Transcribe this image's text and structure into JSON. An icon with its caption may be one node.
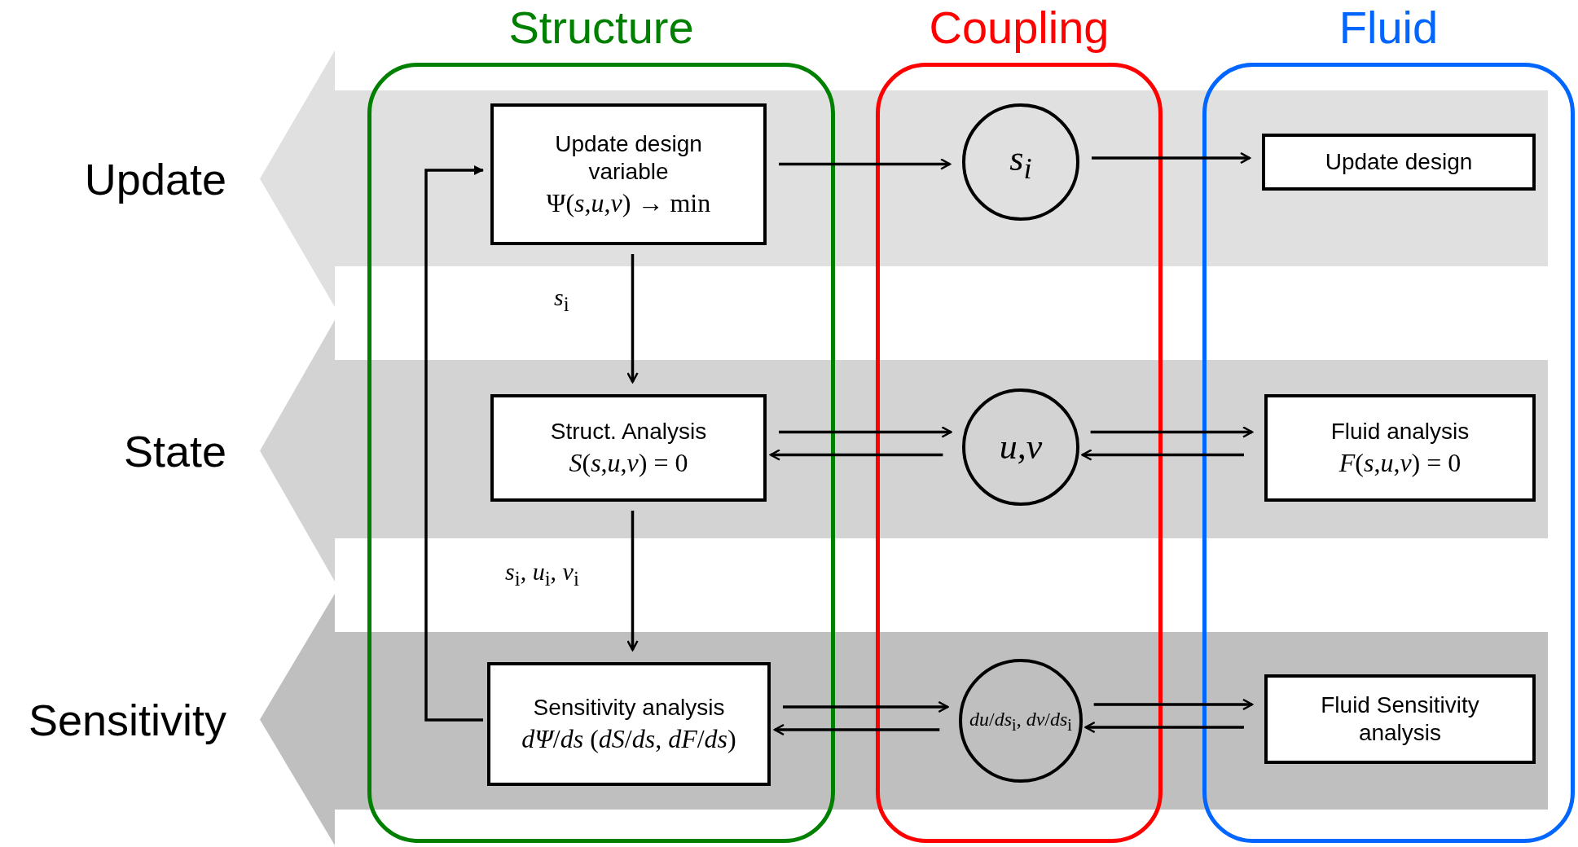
{
  "diagram": {
    "nodes": [
      {
        "text": [
          "Structure"
        ]
      },
      {
        "text": [
          "Coupling"
        ]
      },
      {
        "text": [
          "Fluid"
        ]
      },
      {
        "text": [
          "Update design variable",
          "Ψ(*s*,*u*,*v*) → min"
        ],
        "in": 0
      },
      {
        "text": [
          "*s*$_{i}$"
        ],
        "in": 1
      },
      {
        "text": [
          "Update design"
        ],
        "in": 2
      },
      {
        "text": [
          "Struct. Analysis",
          "*S*(*s*,*u*,*v*) = 0"
        ],
        "in": 0
      },
      {
        "text": [
          "*u*,*v*"
        ],
        "in": 1
      },
      {
        "text": [
          "Fluid analysis",
          "*F*(*s*,*u*,*v*) = 0"
        ],
        "in": 2
      },
      {
        "text": [
          "Sensitivity analysis",
          "*dΨ*/*ds* (*dS*/*ds*, *dF*/*ds*)"
        ],
        "in": 0
      },
      {
        "text": [
          "*du*/*ds*$_{i}$, *dv*/*ds*$_{i}$"
        ],
        "in": 1
      },
      {
        "text": [
          "Fluid Sensitivity analysis"
        ],
        "in": 2
      }
    ],
    "edges": [
      {
        "from": 3,
        "to": 4,
        "arrow": "to"
      },
      {
        "from": 4,
        "to": 5,
        "arrow": "to"
      },
      {
        "from": 3,
        "to": 6,
        "arrow": "to",
        "label": "*s*$_{i}$"
      },
      {
        "from": 6,
        "to": 7,
        "arrow": "to"
      },
      {
        "from": 7,
        "to": 6,
        "arrow": "to"
      },
      {
        "from": 7,
        "to": 8,
        "arrow": "to"
      },
      {
        "from": 8,
        "to": 7,
        "arrow": "to"
      },
      {
        "from": 6,
        "to": 9,
        "arrow": "to",
        "label": "*s*$_{i}$, *u*$_{i}$, *v*$_{i}$"
      },
      {
        "from": 9,
        "to": 10,
        "arrow": "to"
      },
      {
        "from": 10,
        "to": 9,
        "arrow": "to"
      },
      {
        "from": 10,
        "to": 11,
        "arrow": "to"
      },
      {
        "from": 11,
        "to": 10,
        "arrow": "to"
      },
      {
        "from": 9,
        "to": 3,
        "arrow": "to"
      }
    ],
    "labels": [
      "Update",
      "State",
      "Sensitivity"
    ]
  }
}
